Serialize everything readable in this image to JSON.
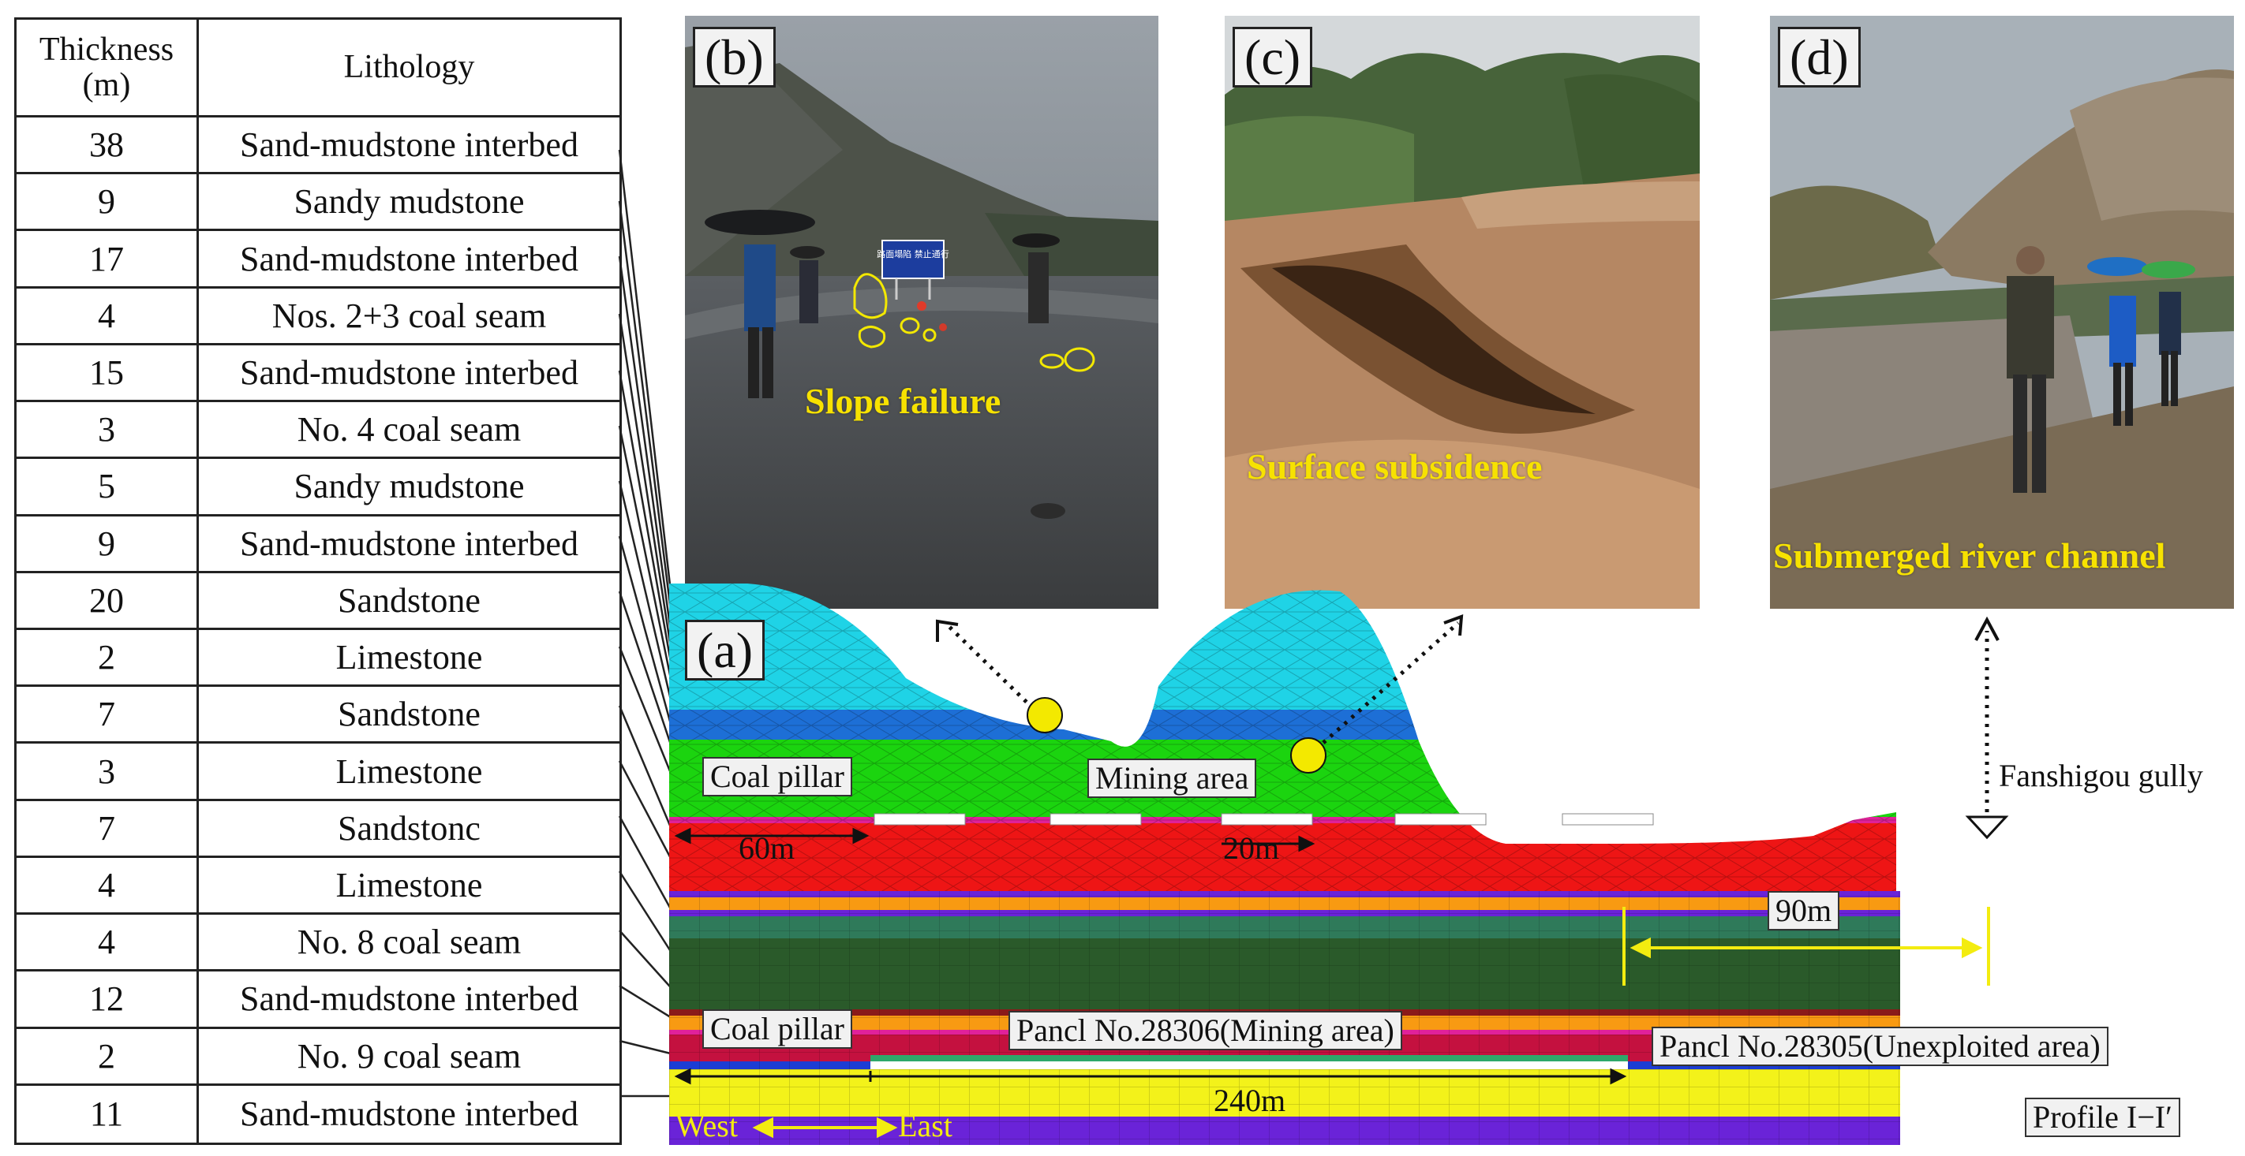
{
  "table": {
    "header_thickness": "Thickness (m)",
    "header_lithology": "Lithology",
    "rows": [
      {
        "t": "38",
        "name": "Sand-mudstone interbed"
      },
      {
        "t": "9",
        "name": "Sandy  mudstone"
      },
      {
        "t": "17",
        "name": "Sand-mudstone interbed"
      },
      {
        "t": "4",
        "name": "Nos. 2+3  coal seam"
      },
      {
        "t": "15",
        "name": "Sand-mudstone interbed"
      },
      {
        "t": "3",
        "name": "No. 4  coal seam"
      },
      {
        "t": "5",
        "name": "Sandy  mudstone"
      },
      {
        "t": "9",
        "name": "Sand-mudstone interbed"
      },
      {
        "t": "20",
        "name": "Sandstone"
      },
      {
        "t": "2",
        "name": "Limestone"
      },
      {
        "t": "7",
        "name": "Sandstone"
      },
      {
        "t": "3",
        "name": "Limestone"
      },
      {
        "t": "7",
        "name": "Sandstonc"
      },
      {
        "t": "4",
        "name": "Limestone"
      },
      {
        "t": "4",
        "name": "No. 8  coal seam"
      },
      {
        "t": "12",
        "name": "Sand-mudstone interbed"
      },
      {
        "t": "2",
        "name": "No. 9  coal seam"
      },
      {
        "t": "11",
        "name": "Sand-mudstone interbed"
      }
    ]
  },
  "photos": {
    "b": {
      "tag": "(b)",
      "caption": "Slope failure",
      "sign": "路面塌陷 禁止通行"
    },
    "c": {
      "tag": "(c)",
      "caption": "Surface subsidence"
    },
    "d": {
      "tag": "(d)",
      "caption": "Submerged river channel"
    }
  },
  "section": {
    "tag": "(a)",
    "coal_pillar_top": "Coal pillar",
    "mining_area": "Mining area",
    "dim_60": "60m",
    "dim_20": "20m",
    "fanshigou": "Fanshigou gully",
    "dim_90": "90m",
    "coal_pillar_bottom": "Coal pillar",
    "panel_mining": "Pancl No.28306(Mining area)",
    "panel_unexploited": "Pancl No.28305(Unexploited area)",
    "dim_240": "240m",
    "west": "West",
    "east": "East",
    "profile": "Profile  I−I′"
  },
  "colors": {
    "cyan": "#1fd3e6",
    "blue": "#1d6fd6",
    "green": "#1bd40f",
    "red": "#ee1515",
    "orange": "#f89a12",
    "teal": "#2f7a5a",
    "darkgreen": "#2a5a2a",
    "yellow": "#f3f21a",
    "purple": "#6a23d8",
    "dim_yellow": "#f3ec10"
  }
}
